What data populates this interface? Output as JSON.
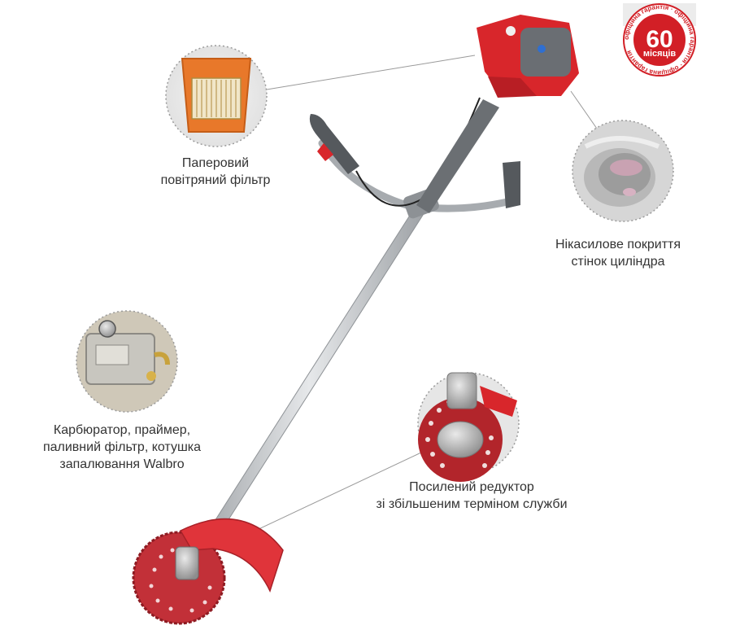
{
  "badge": {
    "months": "60",
    "months_word": "місяців",
    "ring_text": "офіційна гарантія · офіційна гарантія · офіційна гарантія",
    "color": "#d21f26"
  },
  "features": [
    {
      "icon": "air-filter",
      "lines": [
        "Паперовий",
        "повітряний фільтр"
      ]
    },
    {
      "icon": "cylinder",
      "lines": [
        "Нікасилове покриття",
        "стінок циліндра"
      ]
    },
    {
      "icon": "carburetor",
      "lines": [
        "Карбюратор, праймер,",
        "паливний фільтр, котушка",
        "запалювання Walbro"
      ]
    },
    {
      "icon": "gearbox",
      "lines": [
        "Посилений редуктор",
        "зі збільшеним терміном служби"
      ]
    }
  ],
  "colors": {
    "body_red": "#d8262b",
    "guard_red": "#e0343a",
    "shaft": "#b9bcc0",
    "handle_grey": "#5b5f63",
    "text": "#333333"
  }
}
